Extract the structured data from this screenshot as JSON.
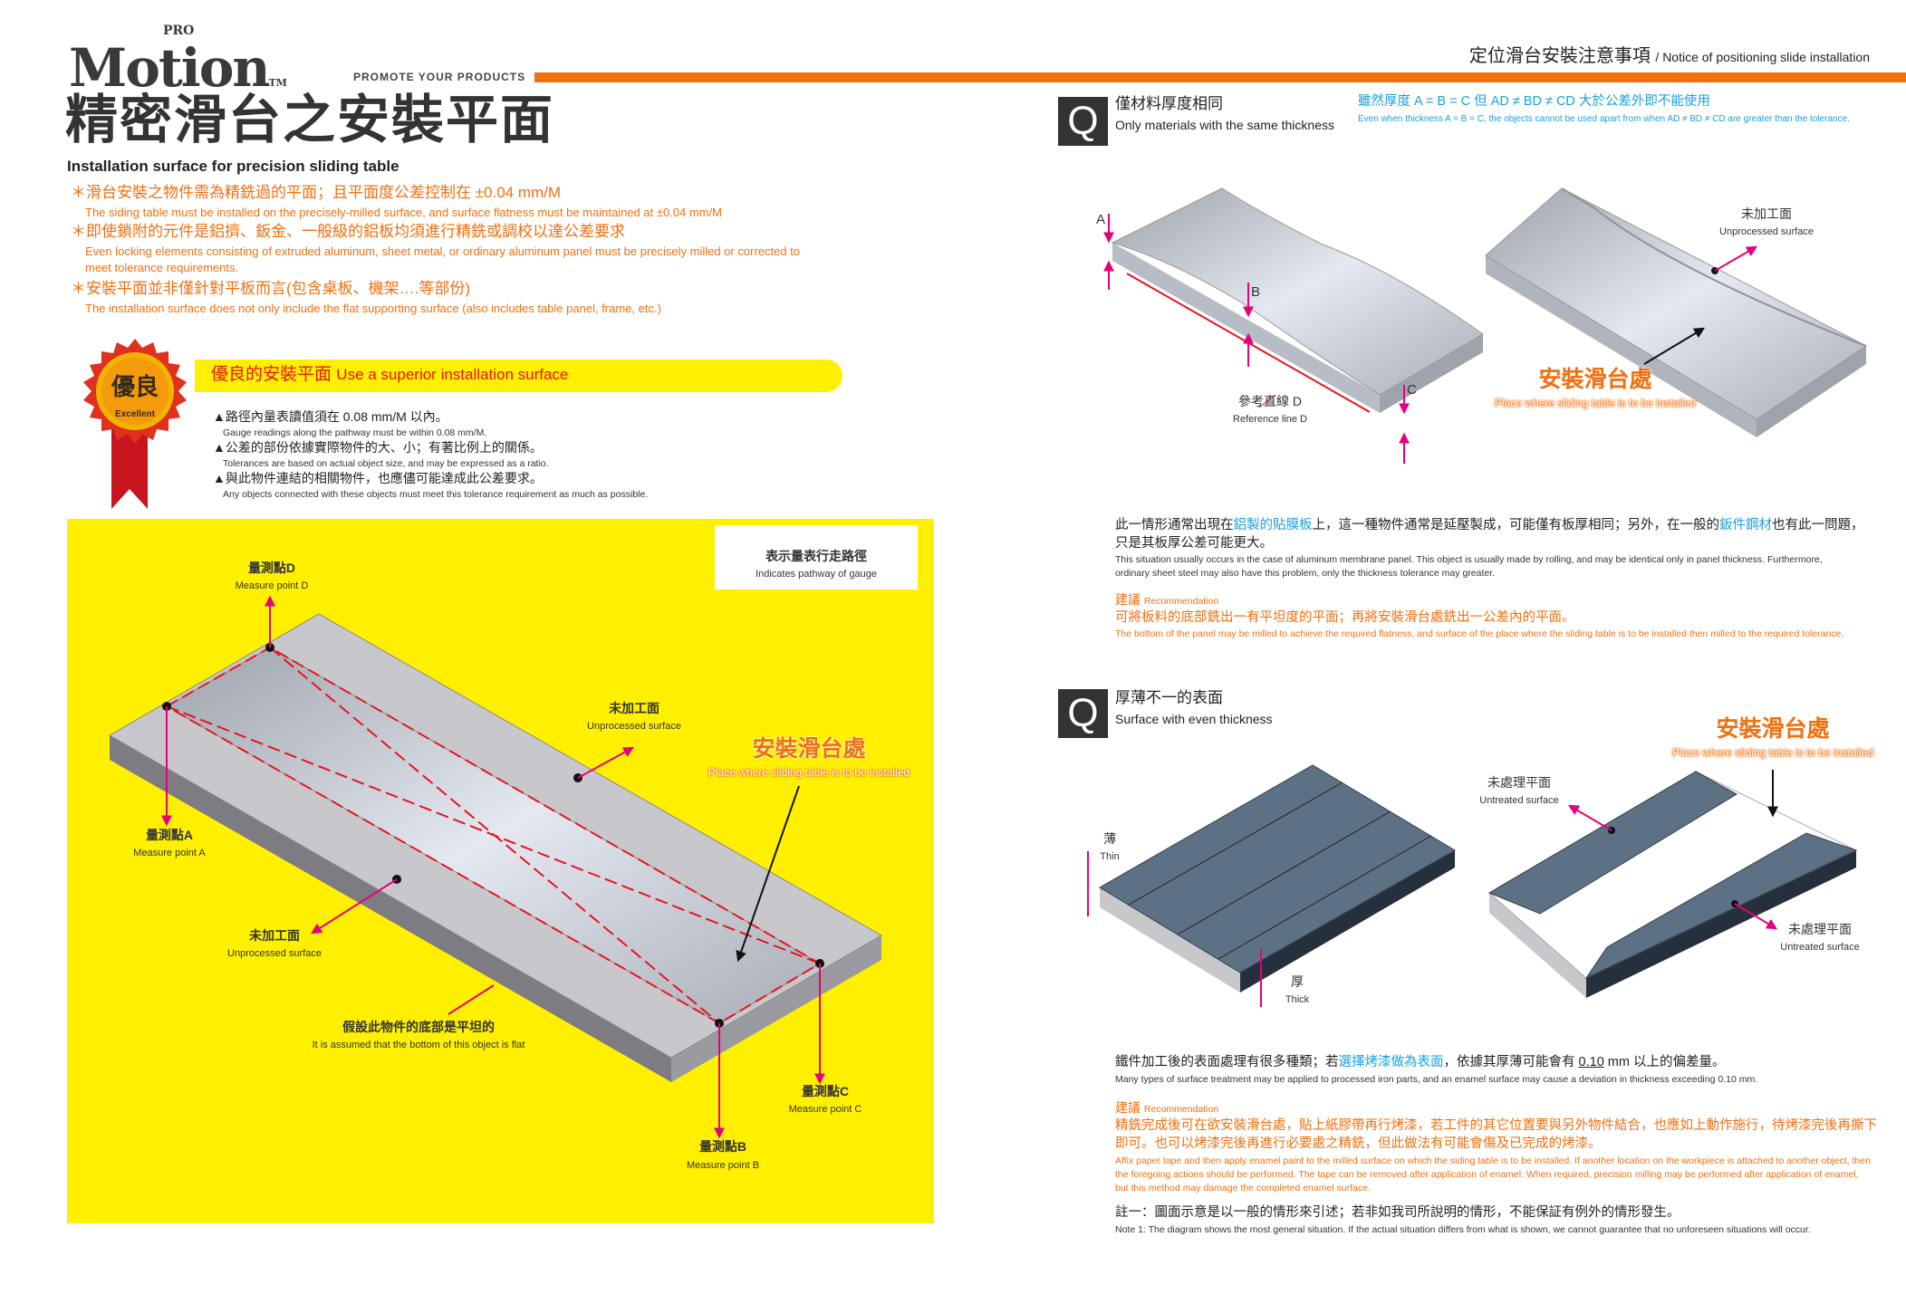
{
  "brand": {
    "logo_pro": "PRO",
    "logo_main": "Motion",
    "logo_tm": "TM",
    "tagline": "PROMOTE YOUR PRODUCTS"
  },
  "header": {
    "title_zh": "定位滑台安裝注意事項",
    "title_en": "/ Notice of positioning slide installation"
  },
  "page": {
    "title": "精密滑台之安裝平面",
    "subtitle": "Installation surface for precision sliding table"
  },
  "requirements": [
    {
      "zh": "＊滑台安裝之物件需為精銑過的平面；且平面度公差控制在 ±0.04 mm/M",
      "en": "The siding table must be installed on the precisely-milled surface, and surface flatness must be maintained at ±0.04 mm/M"
    },
    {
      "zh": "＊即使鎖附的元件是鋁擠、鈑金、一般級的鋁板均須進行精銑或調校以達公差要求",
      "en": "Even locking elements consisting of extruded aluminum, sheet metal, or ordinary aluminum panel must be precisely milled or corrected to",
      "en2": "meet tolerance requirements."
    },
    {
      "zh": "＊安裝平面並非僅針對平板而言(包含桌板、機架….等部份)",
      "en": "The installation surface does not only include the flat supporting surface (also includes table panel, frame, etc.)"
    }
  ],
  "excellent": {
    "badge_zh": "優良",
    "badge_en": "Excellent",
    "banner_zh": "優良的安裝平面",
    "banner_en": "Use a superior installation surface",
    "items": [
      {
        "zh": "▲路徑內量表讀值須在 0.08 mm/M 以內。",
        "en": "Gauge readings along the pathway must be within 0.08 mm/M."
      },
      {
        "zh": "▲公差的部份依據實際物件的大、小；有著比例上的關係。",
        "en": "Tolerances are based on actual object size, and may be expressed as a ratio."
      },
      {
        "zh": "▲與此物件連結的相關物件，也應儘可能達成此公差要求。",
        "en": "Any objects connected with these objects must meet this tolerance requirement as much as possible."
      }
    ]
  },
  "diagram_main": {
    "legend_zh": "表示量表行走路徑",
    "legend_en": "Indicates pathway of gauge",
    "point_d_zh": "量測點D",
    "point_d_en": "Measure point D",
    "point_a_zh": "量測點A",
    "point_a_en": "Measure point A",
    "point_b_zh": "量測點B",
    "point_b_en": "Measure point B",
    "point_c_zh": "量測點C",
    "point_c_en": "Measure point C",
    "unproc1_zh": "未加工面",
    "unproc1_en": "Unprocessed surface",
    "unproc2_zh": "未加工面",
    "unproc2_en": "Unprocessed surface",
    "install_zh": "安裝滑台處",
    "install_en": "Place where sliding table is to be installed",
    "flat_zh": "假設此物件的底部是平坦的",
    "flat_en": "It is assumed that the bottom of this object is flat",
    "colors": {
      "panel": "#fff000",
      "path": "#e8141e",
      "arrow": "#e6007e"
    }
  },
  "q1": {
    "icon": "Q",
    "title_zh": "僅材料厚度相同",
    "title_en": "Only materials with the same thickness",
    "note_zh": "雖然厚度 A = B = C 但 AD ≠ BD ≠ CD 大於公差外即不能使用",
    "note_en": "Even when thickness A = B = C, the objects cannot be used apart from when AD ≠ BD ≠ CD are greater than the tolerance.",
    "label_a": "A",
    "label_b": "B",
    "label_c": "C",
    "ref_zh": "參考直線 D",
    "ref_en": "Reference line D",
    "unproc_zh": "未加工面",
    "unproc_en": "Unprocessed surface",
    "install_zh": "安裝滑台處",
    "install_en": "Place where sliding table is to be installed",
    "para_zh_1": "此一情形通常出現在",
    "para_zh_hl1": "鋁製的貼膜板",
    "para_zh_2": "上，這一種物件通常是延壓製成，可能僅有板厚相同；另外，在一般的",
    "para_zh_hl2": "鈑件鋼材",
    "para_zh_3": "也有此一問題，",
    "para_zh_4": "只是其板厚公差可能更大。",
    "para_en_1": "This situation usually occurs in the case of aluminum membrane panel. This object is usually made by rolling, and may be identical only in panel thickness. Furthermore,",
    "para_en_2": "ordinary sheet steel may also have this problem, only the thickness tolerance may greater.",
    "rec_zh": "建議",
    "rec_en": "Recommendation",
    "rec_text_zh": "可將板料的底部銑出一有平坦度的平面；再將安裝滑台處銑出一公差內的平面。",
    "rec_text_en": "The bottom of the panel may be milled to achieve the required flatness, and surface of the place where the sliding table is to be installed then milled to the required tolerance."
  },
  "q2": {
    "icon": "Q",
    "title_zh": "厚薄不一的表面",
    "title_en": "Surface with even thickness",
    "thin_zh": "薄",
    "thin_en": "Thin",
    "thick_zh": "厚",
    "thick_en": "Thick",
    "untreated1_zh": "未處理平面",
    "untreated1_en": "Untreated surface",
    "untreated2_zh": "未處理平面",
    "untreated2_en": "Untreated surface",
    "install_zh": "安裝滑台處",
    "install_en": "Place where sliding table is to be installed",
    "para_zh_1": "鐵件加工後的表面處理有很多種類；若",
    "para_zh_hl": "選擇烤漆做為表面",
    "para_zh_2": "，依據其厚薄可能會有 ",
    "para_zh_val": "0.10",
    "para_zh_3": " mm 以上的偏差量。",
    "para_en": "Many types of surface treatment may be applied to processed iron parts, and an enamel surface may cause a deviation in thickness exceeding 0.10 mm.",
    "rec_zh": "建議",
    "rec_en": "Recommendation",
    "rec_text_zh_1": "精銑完成後可在欲安裝滑台處，貼上紙膠帶再行烤漆，若工件的其它位置要與另外物件結合，也應如上動作施行，待烤漆完後再撕下",
    "rec_text_zh_2": "即可。也可以烤漆完後再進行必要處之精銑，但此做法有可能會傷及已完成的烤漆。",
    "rec_text_en_1": "Affix paper tape and then apply enamel paint to the milled surface on which the siding table is to be installed. If another location on the workpiece is attached to another object, then",
    "rec_text_en_2": "the foregoing actions should be performed. The tape can be removed after application of enamel. When required, precision milling may be performed after application of enamel,",
    "rec_text_en_3": "but this method may damage the completed enamel surface.",
    "note_zh": "註一：圖面示意是以一般的情形來引述；若非如我司所說明的情形，不能保証有例外的情形發生。",
    "note_en": "Note 1: The diagram shows the most general situation. If the actual situation differs from what is shown, we cannot guarantee that no unforeseen situations will occur."
  }
}
